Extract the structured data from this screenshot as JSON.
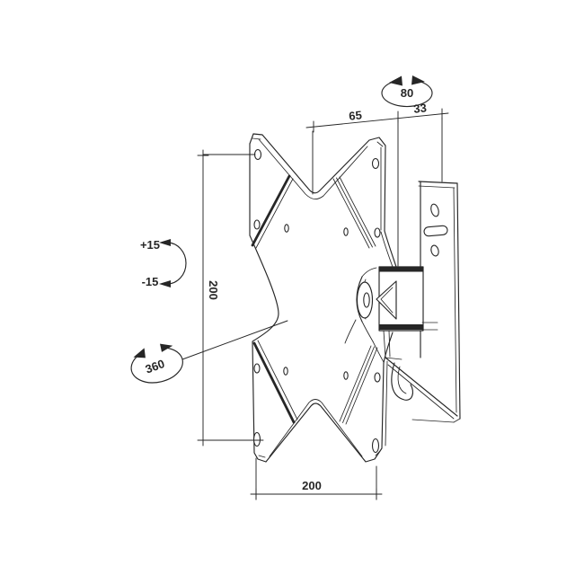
{
  "meta": {
    "type": "technical-drawing",
    "subject": "Swivel TV wall mount bracket - dimensioned line drawing"
  },
  "colors": {
    "line": "#262626",
    "background": "#ffffff"
  },
  "dimensions": {
    "top_left_segment": "65",
    "top_right_segment": "33",
    "left_height": "200",
    "bottom_width": "200"
  },
  "annotations": {
    "swivel": "80",
    "tilt_up": "+15",
    "tilt_down": "-15",
    "rotation": "360"
  },
  "icons": {
    "swivel_symbol": "rotation-ellipse-icon",
    "rotation_symbol": "rotation-ellipse-icon",
    "tilt_symbol": "curved-double-arrow-icon"
  }
}
